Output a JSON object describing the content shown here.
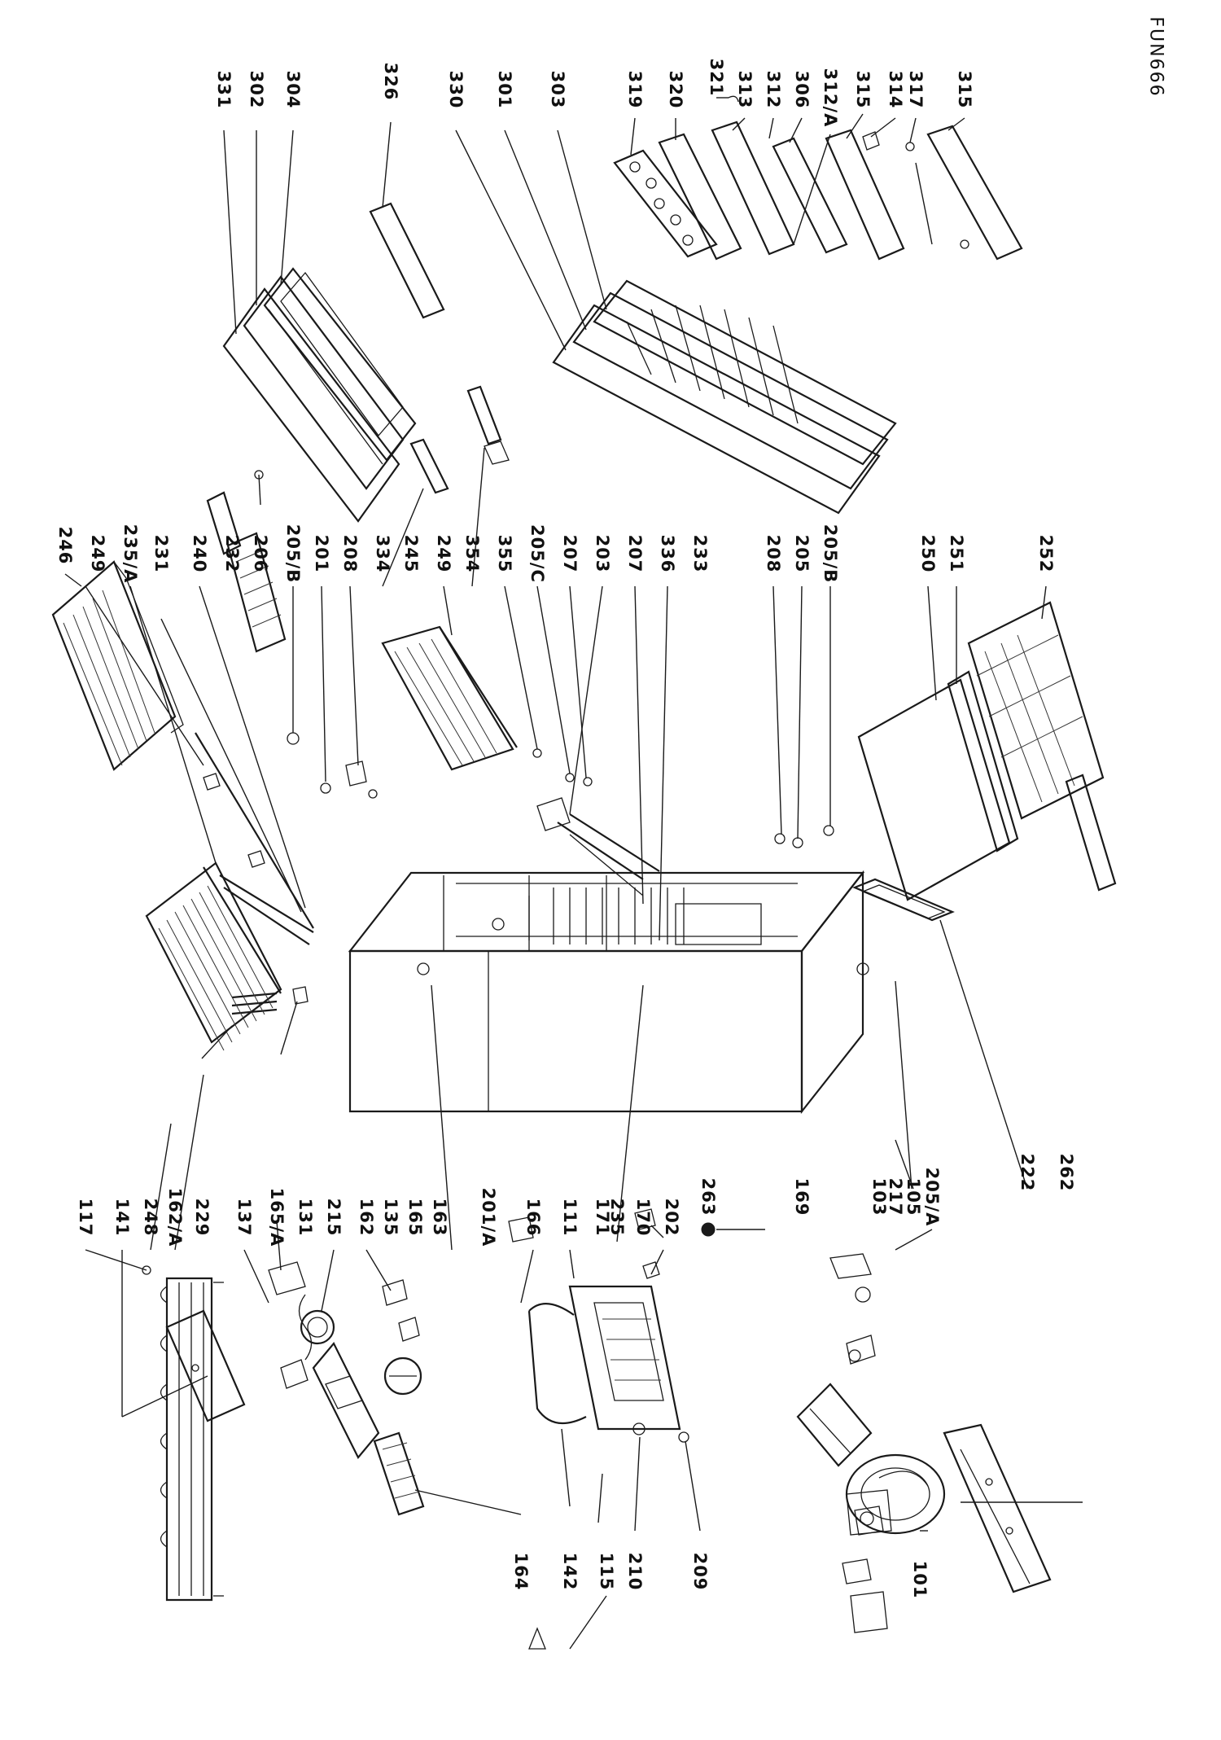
{
  "drawing_ref": "FUN666",
  "part_numbers": {
    "p117": "117",
    "p141": "141",
    "p248": "248",
    "p162A": "162/A",
    "p229": "229",
    "p137": "137",
    "p165A": "165/A",
    "p131": "131",
    "p215": "215",
    "p162": "162",
    "p135": "135",
    "p165": "165",
    "p163": "163",
    "p201A": "201/A",
    "p166": "166",
    "p111": "111",
    "p171": "171",
    "p235": "235",
    "p170": "170",
    "p202": "202",
    "p263": "263",
    "p169": "169",
    "p103": "103",
    "p217": "217",
    "p105": "105",
    "p205A": "205/A",
    "p222": "222",
    "p262": "262",
    "p164": "164",
    "p142": "142",
    "p115": "115",
    "p210": "210",
    "p209": "209",
    "p101": "101",
    "p246": "246",
    "p249a": "249",
    "p235A": "235/A",
    "p231": "231",
    "p206": "206",
    "p240": "240",
    "p232": "232",
    "p205Ba": "205/B",
    "p201": "201",
    "p208a": "208",
    "p334": "334",
    "p245": "245",
    "p249b": "249",
    "p354": "354",
    "p355": "355",
    "p205C": "205/C",
    "p207a": "207",
    "p203": "203",
    "p207b": "207",
    "p336": "336",
    "p233": "233",
    "p208b": "208",
    "p205": "205",
    "p205Bb": "205/B",
    "p250": "250",
    "p251": "251",
    "p252": "252",
    "p331": "331",
    "p302": "302",
    "p304": "304",
    "p326": "326",
    "p330": "330",
    "p301": "301",
    "p303": "303",
    "p319": "319",
    "p320": "320",
    "p321": "321",
    "p313": "313",
    "p312": "312",
    "p306": "306",
    "p312A": "312/A",
    "p315a": "315",
    "p314": "314",
    "p317": "317",
    "p315b": "315"
  }
}
